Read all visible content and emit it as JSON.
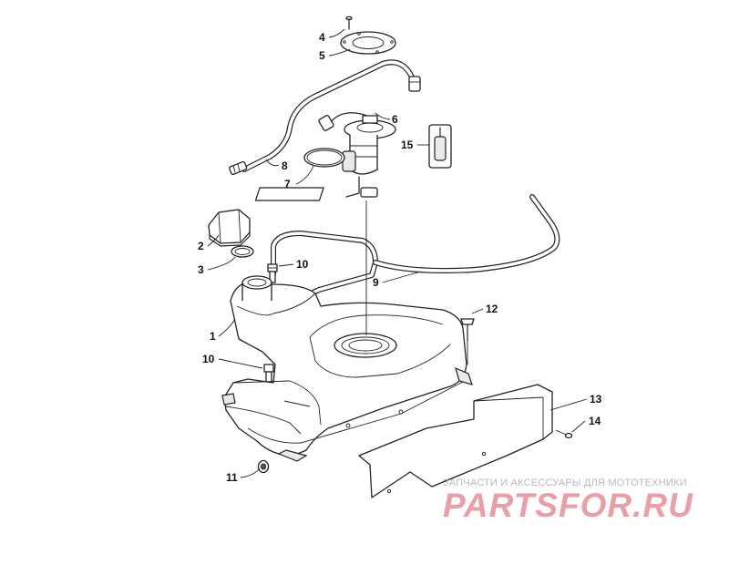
{
  "diagram": {
    "callouts": [
      {
        "id": "4",
        "label": "4"
      },
      {
        "id": "5",
        "label": "5"
      },
      {
        "id": "6",
        "label": "6"
      },
      {
        "id": "7",
        "label": "7"
      },
      {
        "id": "8",
        "label": "8"
      },
      {
        "id": "15",
        "label": "15"
      },
      {
        "id": "2",
        "label": "2"
      },
      {
        "id": "3",
        "label": "3"
      },
      {
        "id": "10a",
        "label": "10"
      },
      {
        "id": "9",
        "label": "9"
      },
      {
        "id": "1",
        "label": "1"
      },
      {
        "id": "12",
        "label": "12"
      },
      {
        "id": "10b",
        "label": "10"
      },
      {
        "id": "13",
        "label": "13"
      },
      {
        "id": "14",
        "label": "14"
      },
      {
        "id": "11",
        "label": "11"
      }
    ]
  },
  "watermark": {
    "tagline": "ЗАПЧАСТИ И АКСЕССУАРЫ ДЛЯ МОТОТЕХНИКИ",
    "brand": "PARTSFOR.RU",
    "brand_color": "#e8a0a6",
    "tagline_color": "#b9b9b9"
  }
}
